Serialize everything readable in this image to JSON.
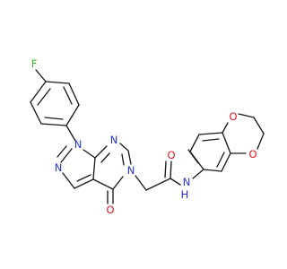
{
  "molecule": {
    "atom_labels": {
      "fluorine": "F",
      "n1": "N",
      "n2": "N",
      "n_pyrimidine": "N",
      "n5": "N",
      "o_ketone": "O",
      "o_amide": "O",
      "n_amide": "N",
      "h_amide": "H",
      "o_dioxane_top": "O",
      "o_dioxane_bottom": "O"
    },
    "colors": {
      "bond": "#1a1a1a",
      "nitrogen": "#2432d6",
      "oxygen": "#e0141e",
      "fluorine": "#36b427",
      "carbon": "#1a1a1a"
    }
  }
}
